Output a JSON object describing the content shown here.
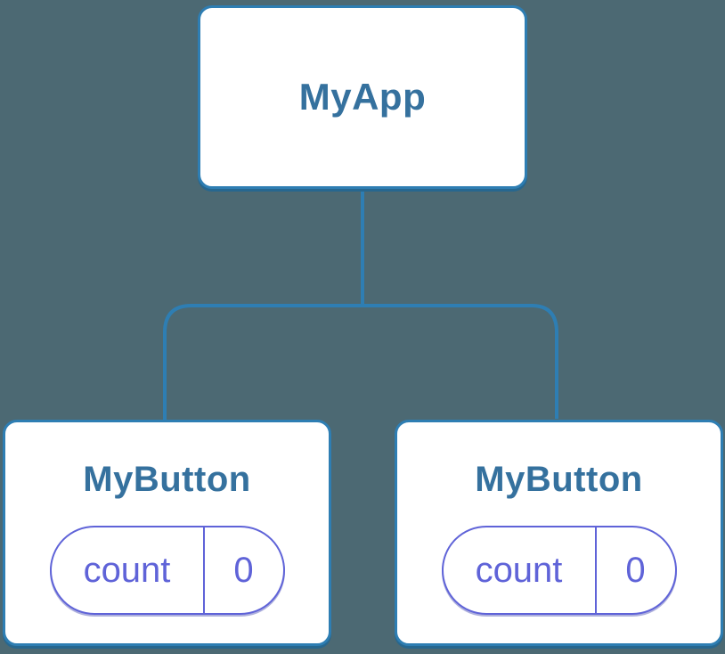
{
  "diagram": {
    "description": "React component tree diagram showing shared state",
    "background_color": "#4C6973",
    "palette": {
      "node_fill": "#FFFFFF",
      "node_border": "#2E7EB3",
      "connector": "#2E7EB3",
      "title_text": "#35719E",
      "state_accent": "#5F63D8"
    },
    "tree": {
      "root": {
        "label": "MyApp"
      },
      "children": [
        {
          "label": "MyButton",
          "state": {
            "name": "count",
            "value": "0"
          }
        },
        {
          "label": "MyButton",
          "state": {
            "name": "count",
            "value": "0"
          }
        }
      ]
    }
  }
}
